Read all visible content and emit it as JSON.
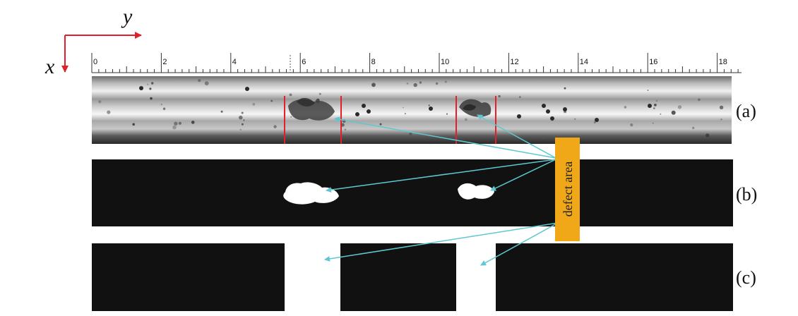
{
  "axes": {
    "x_label": "x",
    "y_label": "y",
    "arrow_color": "#e0202a"
  },
  "ruler": {
    "labels": [
      "0",
      "2",
      "4",
      "6",
      "8",
      "10",
      "12",
      "14",
      "16",
      "18"
    ]
  },
  "panels": {
    "a": "(a)",
    "b": "(b)",
    "c": "(c)"
  },
  "callout": {
    "text": "defect area",
    "bg_color": "#f0a818"
  },
  "colors": {
    "boundary": "#e0202a",
    "arrow": "#5ec8d0",
    "mask": "#111111"
  }
}
